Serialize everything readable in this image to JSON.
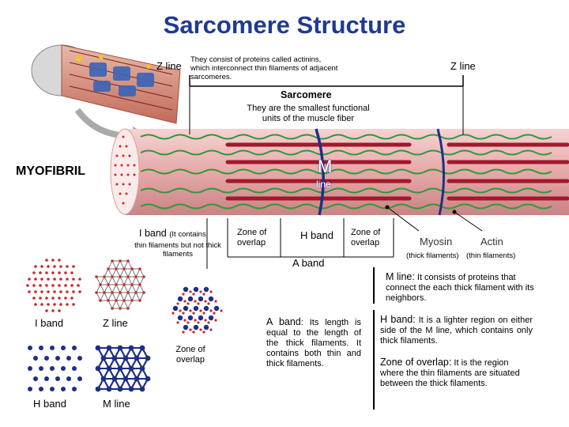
{
  "title": "Sarcomere Structure",
  "zline_left": {
    "label": "Z line",
    "note": "They consist of proteins called actinins, which interconnect thin filaments of adjacent sarcomeres."
  },
  "zline_right": {
    "label": "Z line"
  },
  "sarcomere": {
    "label": "Sarcomere",
    "note": "They are the smallest functional units of the muscle fiber"
  },
  "myofibril": {
    "label": "MYOFIBRIL"
  },
  "mline_top": {
    "big": "M",
    "small": "line"
  },
  "band_labels": {
    "i_band_head": "I band",
    "i_band_note1": "(It contains",
    "i_band_note2": "thin filaments but not thick filaments",
    "zone_overlap_left": "Zone of overlap",
    "h_band": "H band",
    "zone_overlap_right": "Zone of overlap",
    "a_band": "A band",
    "myosin": "Myosin",
    "actin": "Actin",
    "thick": "(thick filaments)",
    "thin": "(thin filaments)"
  },
  "cross_sections": {
    "i_band": "I band",
    "z_line": "Z line",
    "zone_overlap": "Zone of overlap",
    "h_band": "H band",
    "m_line": "M line"
  },
  "a_band_desc": {
    "head": "A band",
    "text": ": Its length is equal to the length of the thick filaments. It contains both thin and thick filaments."
  },
  "right_desc": {
    "m_line": {
      "head": "M line:",
      "text": " It consists of proteins that connect the each thick filament with its neighbors."
    },
    "h_band": {
      "head": "H band:",
      "text": " It is a lighter region on either side of the M line, which contains only thick filaments."
    },
    "zone": {
      "head": "Zone of overlap:",
      "text": " It is the region where the thin filaments are situated between the thick filaments."
    }
  },
  "colors": {
    "title": "#1f3a93",
    "thin": "#2e9a3a",
    "thick": "#a2182c",
    "dots": "#c82a2a",
    "blue": "#1f2f86"
  }
}
